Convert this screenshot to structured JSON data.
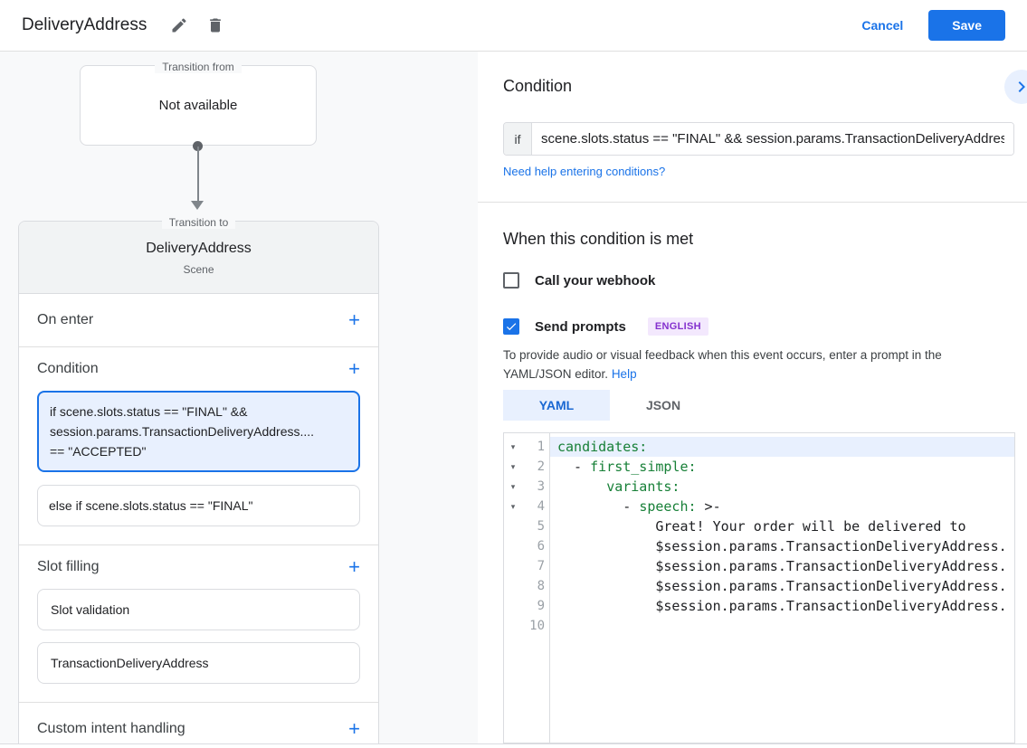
{
  "topbar": {
    "title": "DeliveryAddress",
    "cancel_label": "Cancel",
    "save_label": "Save"
  },
  "flow": {
    "from_legend": "Transition from",
    "from_value": "Not available",
    "to_legend": "Transition to",
    "scene_title": "DeliveryAddress",
    "scene_subtitle": "Scene",
    "add_icon": "+",
    "on_enter_label": "On enter",
    "condition_label": "Condition",
    "condition_lines": [
      "if scene.slots.status == \"FINAL\" &&",
      "session.params.TransactionDeliveryAddress....",
      "== \"ACCEPTED\""
    ],
    "else_condition": "else if scene.slots.status == \"FINAL\"",
    "slot_filling_label": "Slot filling",
    "slot_items": [
      "Slot validation",
      "TransactionDeliveryAddress"
    ],
    "custom_intent_label": "Custom intent handling"
  },
  "condition_panel": {
    "heading": "Condition",
    "if_label": "if",
    "expression": "scene.slots.status == \"FINAL\" && session.params.TransactionDeliveryAddres",
    "help_link": "Need help entering conditions?"
  },
  "when_met": {
    "heading": "When this condition is met",
    "webhook_label": "Call your webhook",
    "webhook_checked": false,
    "prompts_label": "Send prompts",
    "prompts_checked": true,
    "language_badge": "ENGLISH",
    "description": "To provide audio or visual feedback when this event occurs, enter a prompt in the YAML/JSON editor.",
    "help_label": "Help"
  },
  "editor": {
    "tabs": [
      {
        "label": "YAML",
        "active": true
      },
      {
        "label": "JSON",
        "active": false
      }
    ],
    "lines": [
      {
        "num": "1",
        "fold": "▾",
        "prefix": "",
        "key": "candidates:",
        "value": "",
        "highlighted": true
      },
      {
        "num": "2",
        "fold": "▾",
        "prefix": "  - ",
        "key": "first_simple:",
        "value": "",
        "highlighted": false
      },
      {
        "num": "3",
        "fold": "▾",
        "prefix": "      ",
        "key": "variants:",
        "value": "",
        "highlighted": false
      },
      {
        "num": "4",
        "fold": "▾",
        "prefix": "        - ",
        "key": "speech:",
        "value": " >-",
        "highlighted": false
      },
      {
        "num": "5",
        "fold": "",
        "prefix": "            ",
        "key": "",
        "value": "Great! Your order will be delivered to",
        "highlighted": false
      },
      {
        "num": "6",
        "fold": "",
        "prefix": "            ",
        "key": "",
        "value": "$session.params.TransactionDeliveryAddress.",
        "highlighted": false
      },
      {
        "num": "7",
        "fold": "",
        "prefix": "            ",
        "key": "",
        "value": "$session.params.TransactionDeliveryAddress.",
        "highlighted": false
      },
      {
        "num": "8",
        "fold": "",
        "prefix": "            ",
        "key": "",
        "value": "$session.params.TransactionDeliveryAddress.",
        "highlighted": false
      },
      {
        "num": "9",
        "fold": "",
        "prefix": "            ",
        "key": "",
        "value": "$session.params.TransactionDeliveryAddress.",
        "highlighted": false
      },
      {
        "num": "10",
        "fold": "",
        "prefix": "",
        "key": "",
        "value": "",
        "highlighted": false
      }
    ]
  },
  "colors": {
    "accent": "#1a73e8",
    "code_key_green": "#188038",
    "selected_condition_bg": "#e8f0fe",
    "badge_bg": "#f3e8fd",
    "badge_text": "#8430ce"
  }
}
